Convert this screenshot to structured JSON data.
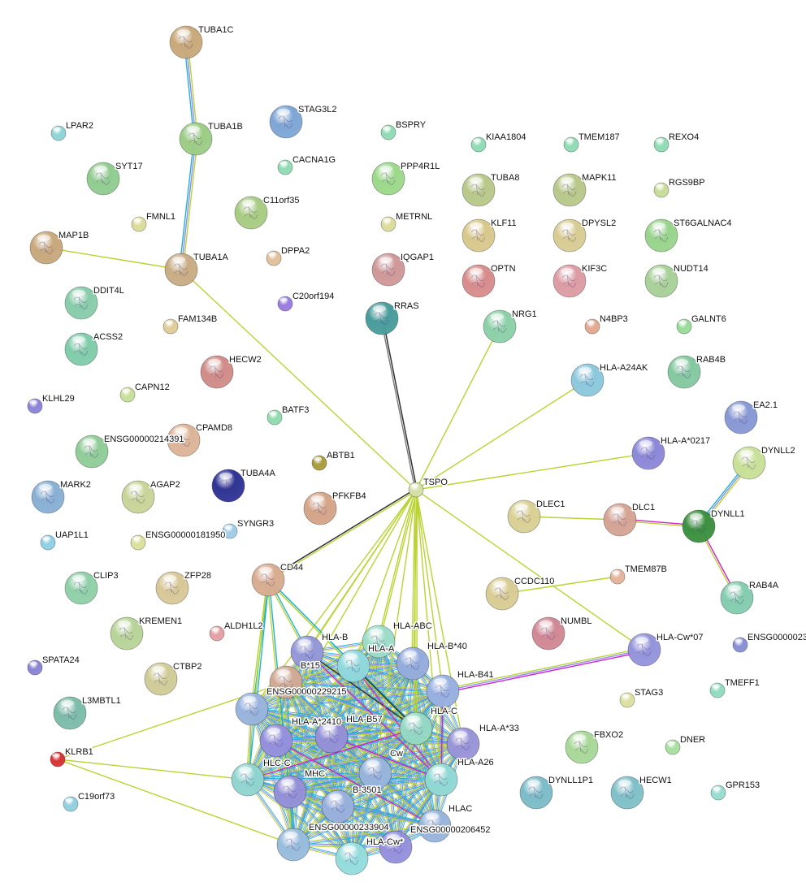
{
  "title": "STRING protein interaction network",
  "edge_colors": {
    "yg": "#b9d432",
    "cyan": "#22b2d2",
    "purple": "#8c8cf2",
    "magenta": "#d21fd2",
    "black": "#303030",
    "grey": "#7a7a7a"
  },
  "nodes": [
    {
      "id": "TUBA1C",
      "label": "TUBA1C",
      "color": "#c9a97a",
      "structure": true
    },
    {
      "id": "TUBA1B",
      "label": "TUBA1B",
      "color": "#9ccc86",
      "structure": true
    },
    {
      "id": "STAG3L2",
      "label": "STAG3L2",
      "color": "#7ea6d6",
      "structure": true
    },
    {
      "id": "LPAR2",
      "label": "LPAR2",
      "color": "#8fd4d8",
      "structure": false
    },
    {
      "id": "BSPRY",
      "label": "BSPRY",
      "color": "#8fdcb4",
      "structure": false
    },
    {
      "id": "KIAA1804",
      "label": "KIAA1804",
      "color": "#8fdcb4",
      "structure": false
    },
    {
      "id": "TMEM187",
      "label": "TMEM187",
      "color": "#8fdcb4",
      "structure": false
    },
    {
      "id": "REXO4",
      "label": "REXO4",
      "color": "#8fdcb4",
      "structure": false
    },
    {
      "id": "SYT17",
      "label": "SYT17",
      "color": "#90cc90",
      "structure": true
    },
    {
      "id": "CACNA1G",
      "label": "CACNA1G",
      "color": "#8fdcb4",
      "structure": false
    },
    {
      "id": "PPP4R1L",
      "label": "PPP4R1L",
      "color": "#9cd88a",
      "structure": true
    },
    {
      "id": "TUBA8",
      "label": "TUBA8",
      "color": "#b8c88a",
      "structure": true
    },
    {
      "id": "MAPK11",
      "label": "MAPK11",
      "color": "#b8c88a",
      "structure": true
    },
    {
      "id": "RGS9BP",
      "label": "RGS9BP",
      "color": "#c8dc98",
      "structure": false
    },
    {
      "id": "FMNL1",
      "label": "FMNL1",
      "color": "#dcdc9c",
      "structure": false
    },
    {
      "id": "C11orf35",
      "label": "C11orf35",
      "color": "#a8cc82",
      "structure": true
    },
    {
      "id": "METRNL",
      "label": "METRNL",
      "color": "#dcdc9c",
      "structure": false
    },
    {
      "id": "KLF11",
      "label": "KLF11",
      "color": "#d8c88c",
      "structure": true
    },
    {
      "id": "DPYSL2",
      "label": "DPYSL2",
      "color": "#d8cc94",
      "structure": true
    },
    {
      "id": "ST6GALNAC4",
      "label": "ST6GALNAC4",
      "color": "#98d48c",
      "structure": true
    },
    {
      "id": "MAP1B",
      "label": "MAP1B",
      "color": "#c8a87c",
      "structure": true
    },
    {
      "id": "TUBA1A",
      "label": "TUBA1A",
      "color": "#c8ac84",
      "structure": true
    },
    {
      "id": "DPPA2",
      "label": "DPPA2",
      "color": "#e2c09c",
      "structure": false
    },
    {
      "id": "IQGAP1",
      "label": "IQGAP1",
      "color": "#d09898",
      "structure": true
    },
    {
      "id": "OPTN",
      "label": "OPTN",
      "color": "#d88c8c",
      "structure": true
    },
    {
      "id": "KIF3C",
      "label": "KIF3C",
      "color": "#dc9ca4",
      "structure": true
    },
    {
      "id": "NUDT14",
      "label": "NUDT14",
      "color": "#a8d098",
      "structure": true
    },
    {
      "id": "DDIT4L",
      "label": "DDIT4L",
      "color": "#88ccaa",
      "structure": true
    },
    {
      "id": "C20orf194",
      "label": "C20orf194",
      "color": "#9a7ce0",
      "structure": false
    },
    {
      "id": "RRAS",
      "label": "RRAS",
      "color": "#4a9c9c",
      "structure": true
    },
    {
      "id": "NRG1",
      "label": "NRG1",
      "color": "#8cd0a8",
      "structure": true
    },
    {
      "id": "N4BP3",
      "label": "N4BP3",
      "color": "#e4a890",
      "structure": false
    },
    {
      "id": "GALNT6",
      "label": "GALNT6",
      "color": "#98dc98",
      "structure": false
    },
    {
      "id": "FAM134B",
      "label": "FAM134B",
      "color": "#e0cc98",
      "structure": false
    },
    {
      "id": "ACSS2",
      "label": "ACSS2",
      "color": "#80ccaa",
      "structure": true
    },
    {
      "id": "HECW2",
      "label": "HECW2",
      "color": "#d08c88",
      "structure": true
    },
    {
      "id": "HLA-A24AK",
      "label": "HLA-A24AK",
      "color": "#8cc8dc",
      "structure": true
    },
    {
      "id": "RAB4B",
      "label": "RAB4B",
      "color": "#84c8a0",
      "structure": true
    },
    {
      "id": "KLHL29",
      "label": "KLHL29",
      "color": "#8c84d8",
      "structure": false
    },
    {
      "id": "CAPN12",
      "label": "CAPN12",
      "color": "#c8e09c",
      "structure": false
    },
    {
      "id": "BATF3",
      "label": "BATF3",
      "color": "#90dcb0",
      "structure": false
    },
    {
      "id": "EA2.1",
      "label": "EA2.1",
      "color": "#8898d4",
      "structure": true
    },
    {
      "id": "ENSG00000214391",
      "label": "ENSG00000214391",
      "color": "#90cc98",
      "structure": true
    },
    {
      "id": "CPAMD8",
      "label": "CPAMD8",
      "color": "#dcb498",
      "structure": true
    },
    {
      "id": "HLA-A*0217",
      "label": "HLA-A*0217",
      "color": "#8c88d8",
      "structure": true
    },
    {
      "id": "DYNLL2",
      "label": "DYNLL2",
      "color": "#c8e098",
      "structure": true
    },
    {
      "id": "ABTB1",
      "label": "ABTB1",
      "color": "#a89c3c",
      "structure": false
    },
    {
      "id": "MARK2",
      "label": "MARK2",
      "color": "#88b0d4",
      "structure": true
    },
    {
      "id": "AGAP2",
      "label": "AGAP2",
      "color": "#c8d498",
      "structure": true
    },
    {
      "id": "TUBA4A",
      "label": "TUBA4A",
      "color": "#303494",
      "structure": true
    },
    {
      "id": "PFKFB4",
      "label": "PFKFB4",
      "color": "#d4a488",
      "structure": true
    },
    {
      "id": "TSPO",
      "label": "TSPO",
      "color": "#d4e0a8",
      "structure": false
    },
    {
      "id": "DLEC1",
      "label": "DLEC1",
      "color": "#d8d094",
      "structure": true
    },
    {
      "id": "DLC1",
      "label": "DLC1",
      "color": "#d4a494",
      "structure": true
    },
    {
      "id": "DYNLL1",
      "label": "DYNLL1",
      "color": "#3c9040",
      "structure": true
    },
    {
      "id": "UAP1L1",
      "label": "UAP1L1",
      "color": "#90d0e4",
      "structure": false
    },
    {
      "id": "ENSG00000181950",
      "label": "ENSG00000181950",
      "color": "#dce09c",
      "structure": false
    },
    {
      "id": "SYNGR3",
      "label": "SYNGR3",
      "color": "#a0cce8",
      "structure": false
    },
    {
      "id": "CLIP3",
      "label": "CLIP3",
      "color": "#90d0a8",
      "structure": true
    },
    {
      "id": "ZFP28",
      "label": "ZFP28",
      "color": "#d8c898",
      "structure": true
    },
    {
      "id": "CD44",
      "label": "CD44",
      "color": "#d8ac90",
      "structure": true
    },
    {
      "id": "TMEM87B",
      "label": "TMEM87B",
      "color": "#e4b49c",
      "structure": false
    },
    {
      "id": "CCDC110",
      "label": "CCDC110",
      "color": "#d8cc94",
      "structure": true
    },
    {
      "id": "RAB4A",
      "label": "RAB4A",
      "color": "#84ccb0",
      "structure": true
    },
    {
      "id": "KREMEN1",
      "label": "KREMEN1",
      "color": "#b8d498",
      "structure": true
    },
    {
      "id": "ALDH1L2",
      "label": "ALDH1L2",
      "color": "#e4a0a4",
      "structure": false
    },
    {
      "id": "NUMBL",
      "label": "NUMBL",
      "color": "#d08894",
      "structure": true
    },
    {
      "id": "HLA-Cw*07",
      "label": "HLA-Cw*07",
      "color": "#9494dc",
      "structure": true
    },
    {
      "id": "ENSG0000023",
      "label": "ENSG0000023",
      "color": "#8890d4",
      "structure": false
    },
    {
      "id": "SPATA24",
      "label": "SPATA24",
      "color": "#8c84d4",
      "structure": false
    },
    {
      "id": "CTBP2",
      "label": "CTBP2",
      "color": "#d0cc98",
      "structure": true
    },
    {
      "id": "TMEFF1",
      "label": "TMEFF1",
      "color": "#90dcc0",
      "structure": false
    },
    {
      "id": "L3MBTL1",
      "label": "L3MBTL1",
      "color": "#7cbca8",
      "structure": true
    },
    {
      "id": "STAG3",
      "label": "STAG3",
      "color": "#dce0a0",
      "structure": false
    },
    {
      "id": "KLRB1",
      "label": "KLRB1",
      "color": "#d83434",
      "structure": false
    },
    {
      "id": "FBXO2",
      "label": "FBXO2",
      "color": "#a8d898",
      "structure": true
    },
    {
      "id": "DNER",
      "label": "DNER",
      "color": "#a8e0a0",
      "structure": false
    },
    {
      "id": "C19orf73",
      "label": "C19orf73",
      "color": "#90d0e0",
      "structure": false
    },
    {
      "id": "DYNLL1P1",
      "label": "DYNLL1P1",
      "color": "#7cbcc8",
      "structure": true
    },
    {
      "id": "HECW1",
      "label": "HECW1",
      "color": "#80c0c8",
      "structure": true
    },
    {
      "id": "GPR153",
      "label": "GPR153",
      "color": "#98dcd0",
      "structure": false
    },
    {
      "id": "HLA-B",
      "label": "HLA-B",
      "color": "#9498d8",
      "structure": true
    },
    {
      "id": "HLA-ABC",
      "label": "HLA-ABC",
      "color": "#9cdcc8",
      "structure": true
    },
    {
      "id": "HLA-A",
      "label": "HLA-A",
      "color": "#90d8dc",
      "structure": true
    },
    {
      "id": "HLA-B*40",
      "label": "HLA-B*40",
      "color": "#94acdc",
      "structure": true
    },
    {
      "id": "HLA-B41",
      "label": "HLA-B41",
      "color": "#98b0e0",
      "structure": true
    },
    {
      "id": "B*15",
      "label": "B*15",
      "color": "#d0aa94",
      "structure": true
    },
    {
      "id": "ENSG00000229215",
      "label": "ENSG00000229215",
      "color": "#98b4dc",
      "structure": true
    },
    {
      "id": "HLA-A*2410",
      "label": "HLA-A*2410",
      "color": "#9490dc",
      "structure": true
    },
    {
      "id": "HLA-B57",
      "label": "HLA-B57",
      "color": "#9490d8",
      "structure": true
    },
    {
      "id": "HLA-C",
      "label": "HLA-C",
      "color": "#94d8c4",
      "structure": true
    },
    {
      "id": "HLA-A*33",
      "label": "HLA-A*33",
      "color": "#9894d8",
      "structure": true
    },
    {
      "id": "HLC-C",
      "label": "HLC-C",
      "color": "#90d4d0",
      "structure": true
    },
    {
      "id": "MHC",
      "label": "MHC",
      "color": "#9490d8",
      "structure": true
    },
    {
      "id": "Cw",
      "label": "Cw",
      "color": "#98b4dc",
      "structure": true
    },
    {
      "id": "HLA-A26",
      "label": "HLA-A26",
      "color": "#90d8d4",
      "structure": true
    },
    {
      "id": "B-3501",
      "label": "B-3501",
      "color": "#98b0dc",
      "structure": true
    },
    {
      "id": "HLAC",
      "label": "HLAC",
      "color": "#98b4dc",
      "structure": true
    },
    {
      "id": "ENSG00000233904",
      "label": "ENSG00000233904",
      "color": "#98bcdc",
      "structure": true
    },
    {
      "id": "ENSG00000206452",
      "label": "ENSG00000206452",
      "color": "#9490dc",
      "structure": true
    },
    {
      "id": "HLA-Cw*",
      "label": "HLA-Cw*",
      "color": "#94dcdc",
      "structure": true
    }
  ],
  "cluster_members": [
    "HLA-B",
    "HLA-ABC",
    "HLA-A",
    "HLA-B*40",
    "HLA-B41",
    "B*15",
    "ENSG00000229215",
    "HLA-A*2410",
    "HLA-B57",
    "HLA-C",
    "HLA-A*33",
    "HLC-C",
    "MHC",
    "Cw",
    "HLA-A26",
    "B-3501",
    "HLAC",
    "ENSG00000233904",
    "ENSG00000206452",
    "HLA-Cw*"
  ],
  "edges": [
    [
      "TUBA1C",
      "TUBA1B",
      [
        "yg",
        "purple",
        "cyan"
      ]
    ],
    [
      "TUBA1B",
      "TUBA1A",
      [
        "yg",
        "purple",
        "cyan"
      ]
    ],
    [
      "MAP1B",
      "TUBA1A",
      [
        "yg"
      ]
    ],
    [
      "TUBA1A",
      "TSPO",
      [
        "yg"
      ]
    ],
    [
      "RRAS",
      "TSPO",
      [
        "black",
        "grey"
      ]
    ],
    [
      "NRG1",
      "TSPO",
      [
        "yg"
      ]
    ],
    [
      "HLA-A24AK",
      "TSPO",
      [
        "yg"
      ]
    ],
    [
      "HLA-A*0217",
      "TSPO",
      [
        "yg"
      ]
    ],
    [
      "HLA-Cw*07",
      "TSPO",
      [
        "yg"
      ]
    ],
    [
      "CD44",
      "TSPO",
      [
        "black",
        "yg"
      ]
    ],
    [
      "TSPO",
      "HLA-B",
      [
        "yg"
      ]
    ],
    [
      "TSPO",
      "HLA-ABC",
      [
        "yg",
        "yg"
      ]
    ],
    [
      "TSPO",
      "HLA-A",
      [
        "yg"
      ]
    ],
    [
      "TSPO",
      "HLA-B*40",
      [
        "yg",
        "yg"
      ]
    ],
    [
      "TSPO",
      "HLA-B41",
      [
        "yg"
      ]
    ],
    [
      "TSPO",
      "HLA-C",
      [
        "yg",
        "yg"
      ]
    ],
    [
      "TSPO",
      "B*15",
      [
        "yg"
      ]
    ],
    [
      "TSPO",
      "ENSG00000229215",
      [
        "yg"
      ]
    ],
    [
      "TSPO",
      "HLA-A26",
      [
        "yg"
      ]
    ],
    [
      "TSPO",
      "HLA-A*33",
      [
        "yg"
      ]
    ],
    [
      "TSPO",
      "Cw",
      [
        "yg"
      ]
    ],
    [
      "TSPO",
      "HLC-C",
      [
        "yg"
      ]
    ],
    [
      "DLEC1",
      "DLC1",
      [
        "yg"
      ]
    ],
    [
      "DLC1",
      "DYNLL1",
      [
        "magenta",
        "yg"
      ]
    ],
    [
      "DYNLL1",
      "DYNLL2",
      [
        "cyan",
        "purple",
        "yg"
      ]
    ],
    [
      "DYNLL1",
      "RAB4A",
      [
        "magenta",
        "yg"
      ]
    ],
    [
      "CCDC110",
      "TMEM87B",
      [
        "yg"
      ]
    ],
    [
      "HLA-Cw*07",
      "HLA-B41",
      [
        "magenta",
        "purple",
        "yg"
      ]
    ],
    [
      "KLRB1",
      "B*15",
      [
        "yg"
      ]
    ],
    [
      "KLRB1",
      "HLC-C",
      [
        "yg"
      ]
    ],
    [
      "KLRB1",
      "ENSG00000233904",
      [
        "yg"
      ]
    ],
    [
      "CD44",
      "HLA-B",
      [
        "cyan",
        "yg"
      ]
    ],
    [
      "CD44",
      "ENSG00000229215",
      [
        "cyan",
        "yg"
      ]
    ],
    [
      "CD44",
      "HLC-C",
      [
        "cyan",
        "yg"
      ]
    ],
    [
      "CD44",
      "ENSG00000233904",
      [
        "cyan",
        "yg"
      ]
    ],
    [
      "CD44",
      "HLA-A",
      [
        "cyan",
        "yg"
      ]
    ],
    [
      "CD44",
      "HLA-C",
      [
        "cyan",
        "yg"
      ]
    ],
    [
      "HLA-B",
      "HLA-C",
      [
        "black"
      ]
    ],
    [
      "HLA-A",
      "HLA-C",
      [
        "black"
      ]
    ],
    [
      "HLA-B",
      "HLA-A26",
      [
        "magenta"
      ]
    ],
    [
      "HLA-A",
      "HLA-A26",
      [
        "magenta"
      ]
    ],
    [
      "HLC-C",
      "HLA-C",
      [
        "magenta"
      ]
    ],
    [
      "HLA-A*2410",
      "HLAC",
      [
        "magenta"
      ]
    ],
    [
      "HLA-B57",
      "HLA-A26",
      [
        "magenta"
      ]
    ],
    [
      "HLA-B41",
      "HLA-A26",
      [
        "magenta"
      ]
    ]
  ]
}
